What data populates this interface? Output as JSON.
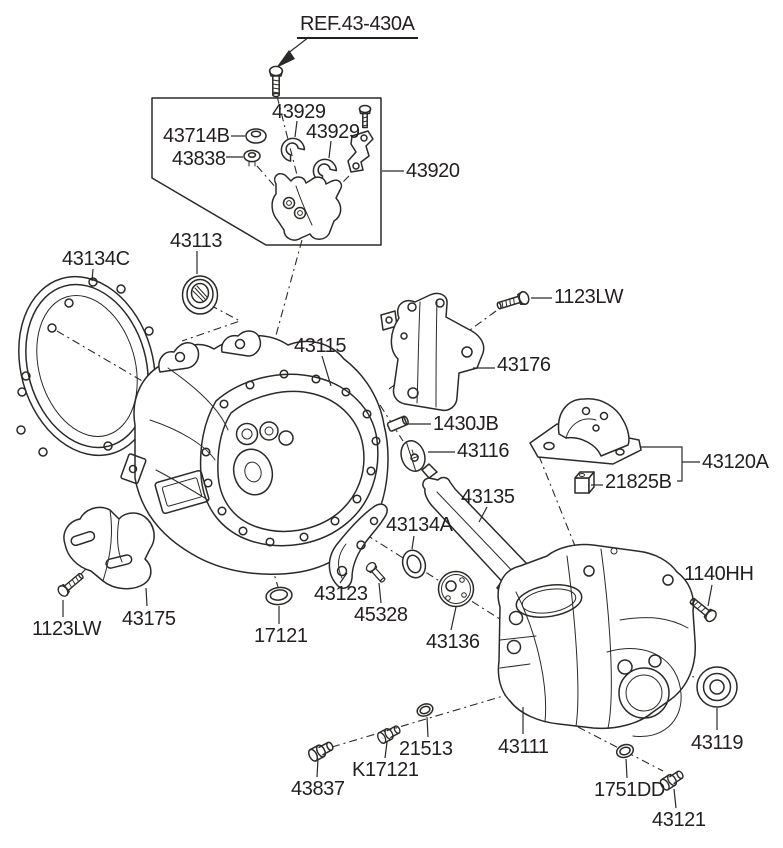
{
  "diagram": {
    "description": "Transaxle case parts exploded diagram",
    "colors": {
      "background": "#ffffff",
      "line": "#2b2a28",
      "text": "#231f20"
    },
    "parts": {
      "ref": "REF.43-430A",
      "p43714B": "43714B",
      "p43838": "43838",
      "p43929a": "43929",
      "p43929b": "43929",
      "p43920": "43920",
      "p43134C": "43134C",
      "p43113": "43113",
      "p43115": "43115",
      "p1123LW_top": "1123LW",
      "p43176": "43176",
      "p1430JB": "1430JB",
      "p43116": "43116",
      "p43120A": "43120A",
      "p21825B": "21825B",
      "p43135": "43135",
      "p43134A": "43134A",
      "p1123LW_bottom": "1123LW",
      "p43175": "43175",
      "p17121": "17121",
      "p43123": "43123",
      "p45328": "45328",
      "p43136": "43136",
      "p1140HH": "1140HH",
      "p43111": "43111",
      "p43119": "43119",
      "p1751DD": "1751DD",
      "p43121": "43121",
      "p21513": "21513",
      "pK17121": "K17121",
      "p43837": "43837"
    }
  }
}
